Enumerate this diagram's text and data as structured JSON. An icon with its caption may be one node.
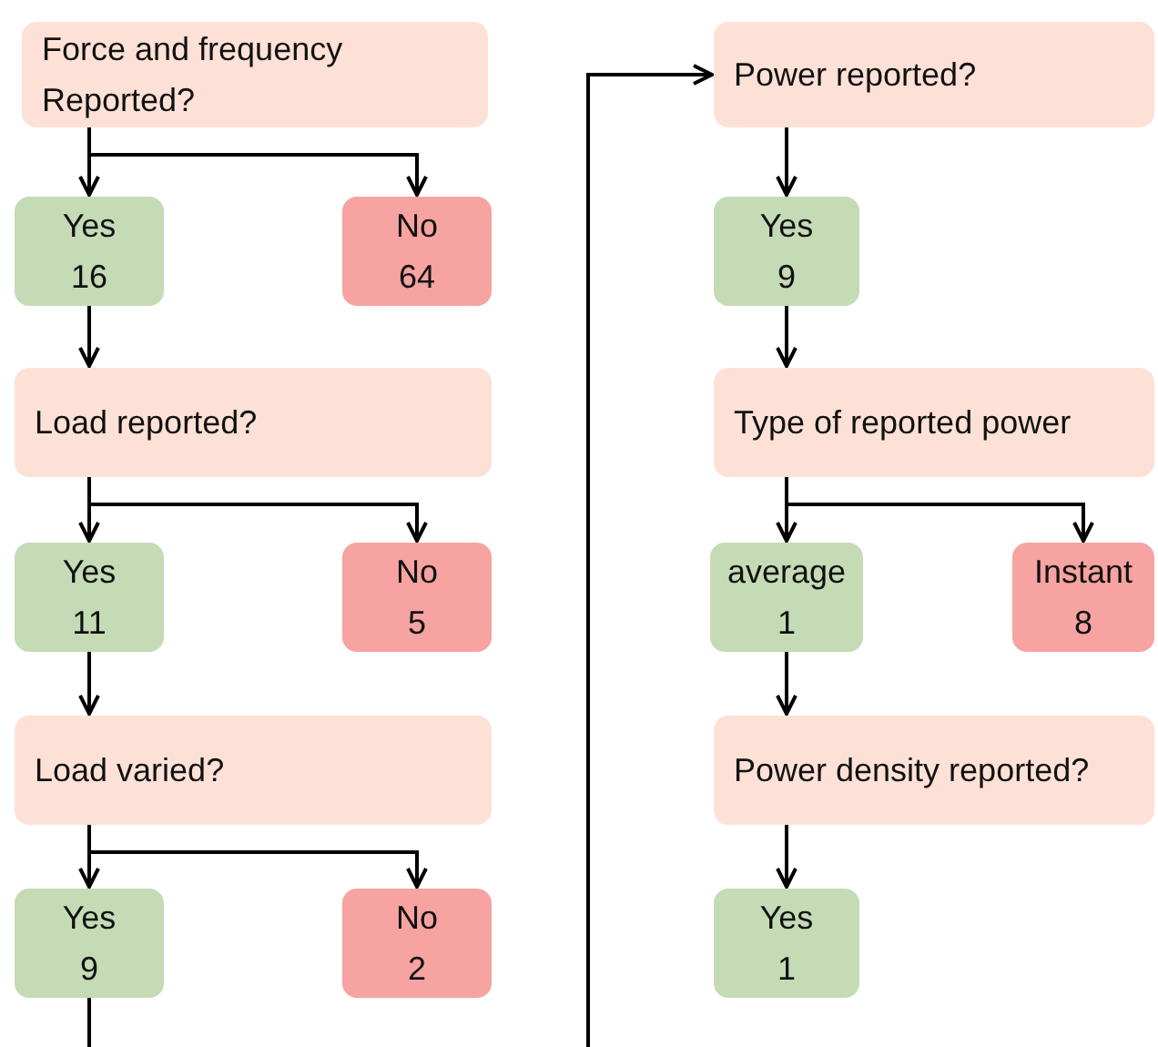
{
  "diagram": {
    "nodes": [
      {
        "text": [
          "Force and frequency Reported?"
        ]
      },
      {
        "text": [
          "Yes",
          "16"
        ]
      },
      {
        "text": [
          "No",
          "64"
        ]
      },
      {
        "text": [
          "Load reported?"
        ]
      },
      {
        "text": [
          "Yes",
          "11"
        ]
      },
      {
        "text": [
          "No",
          "5"
        ]
      },
      {
        "text": [
          "Load varied?"
        ]
      },
      {
        "text": [
          "Yes",
          "9"
        ]
      },
      {
        "text": [
          "No",
          "2"
        ]
      },
      {
        "text": [
          "Power reported?"
        ]
      },
      {
        "text": [
          "Yes",
          "9"
        ]
      },
      {
        "text": [
          "Type of reported power"
        ]
      },
      {
        "text": [
          "average",
          "1"
        ]
      },
      {
        "text": [
          "Instant",
          "8"
        ]
      },
      {
        "text": [
          "Power density reported?"
        ]
      },
      {
        "text": [
          "Yes",
          "1"
        ]
      }
    ],
    "edges": [
      {
        "from": 0,
        "to": 1,
        "arrow": "to"
      },
      {
        "from": 0,
        "to": 2,
        "arrow": "to"
      },
      {
        "from": 1,
        "to": 3,
        "arrow": "to"
      },
      {
        "from": 3,
        "to": 4,
        "arrow": "to"
      },
      {
        "from": 3,
        "to": 5,
        "arrow": "to"
      },
      {
        "from": 4,
        "to": 6,
        "arrow": "to"
      },
      {
        "from": 6,
        "to": 7,
        "arrow": "to"
      },
      {
        "from": 6,
        "to": 8,
        "arrow": "to"
      },
      {
        "from": 7,
        "to": 9,
        "arrow": "to"
      },
      {
        "from": 9,
        "to": 10,
        "arrow": "to"
      },
      {
        "from": 10,
        "to": 11,
        "arrow": "to"
      },
      {
        "from": 11,
        "to": 12,
        "arrow": "to"
      },
      {
        "from": 11,
        "to": 13,
        "arrow": "to"
      },
      {
        "from": 12,
        "to": 14,
        "arrow": "to"
      },
      {
        "from": 14,
        "to": 15,
        "arrow": "to"
      }
    ]
  }
}
